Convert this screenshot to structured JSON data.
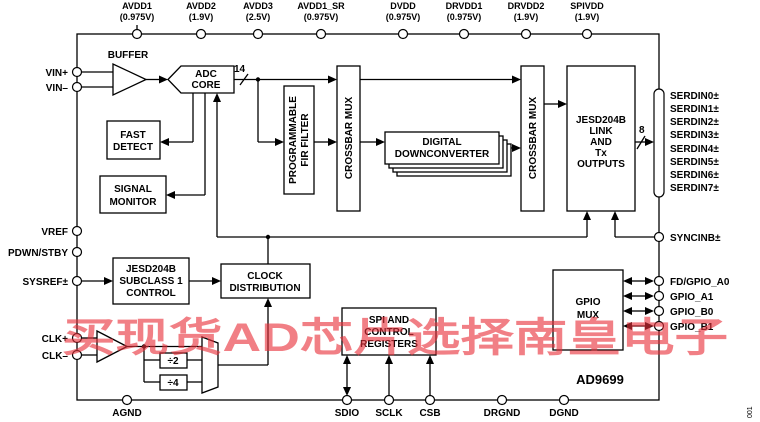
{
  "supply_pins": [
    {
      "name": "AVDD1",
      "voltage": "(0.975V)"
    },
    {
      "name": "AVDD2",
      "voltage": "(1.9V)"
    },
    {
      "name": "AVDD3",
      "voltage": "(2.5V)"
    },
    {
      "name": "AVDD1_SR",
      "voltage": "(0.975V)"
    },
    {
      "name": "DVDD",
      "voltage": "(0.975V)"
    },
    {
      "name": "DRVDD1",
      "voltage": "(0.975V)"
    },
    {
      "name": "DRVDD2",
      "voltage": "(1.9V)"
    },
    {
      "name": "SPIVDD",
      "voltage": "(1.9V)"
    }
  ],
  "left_pins": {
    "vin_p": "VIN+",
    "vin_n": "VIN–",
    "vref": "VREF",
    "pdwn": "PDWN/STBY",
    "sysref": "SYSREF±",
    "clk_p": "CLK+",
    "clk_n": "CLK–"
  },
  "bottom_pins": {
    "agnd": "AGND",
    "sdio": "SDIO",
    "sclk": "SCLK",
    "csb": "CSB",
    "drgnd": "DRGND",
    "dgnd": "DGND"
  },
  "right_pins": {
    "serdin": [
      "SERDIN0±",
      "SERDIN1±",
      "SERDIN2±",
      "SERDIN3±",
      "SERDIN4±",
      "SERDIN5±",
      "SERDIN6±",
      "SERDIN7±"
    ],
    "syncinb": "SYNCINB±",
    "gpio": [
      "FD/GPIO_A0",
      "GPIO_A1",
      "GPIO_B0",
      "GPIO_B1"
    ]
  },
  "blocks": {
    "buffer": "BUFFER",
    "adc_line1": "ADC",
    "adc_line2": "CORE",
    "fast_detect_line1": "FAST",
    "fast_detect_line2": "DETECT",
    "signal_monitor_line1": "SIGNAL",
    "signal_monitor_line2": "MONITOR",
    "fir_line1": "PROGRAMMABLE",
    "fir_line2": "FIR FILTER",
    "crossbar_mux_1": "CROSSBAR MUX",
    "ddc_line1": "DIGITAL",
    "ddc_line2": "DOWNCONVERTER",
    "crossbar_mux_2": "CROSSBAR MUX",
    "jesd_line1": "JESD204B",
    "jesd_line2": "LINK",
    "jesd_line3": "AND",
    "jesd_line4": "Tx",
    "jesd_line5": "OUTPUTS",
    "jesd_sub_line1": "JESD204B",
    "jesd_sub_line2": "SUBCLASS 1",
    "jesd_sub_line3": "CONTROL",
    "clock_dist_line1": "CLOCK",
    "clock_dist_line2": "DISTRIBUTION",
    "spi_line1": "SPI AND",
    "spi_line2": "CONTROL",
    "spi_line3": "REGISTERS",
    "gpio_mux_line1": "GPIO",
    "gpio_mux_line2": "MUX",
    "div2": "÷2",
    "div4": "÷4"
  },
  "bus_widths": {
    "adc_out": "14",
    "serdes": "8"
  },
  "part_number": "AD9699",
  "watermark": "买现货AD芯片选择南皇电子",
  "figure_id": "001"
}
